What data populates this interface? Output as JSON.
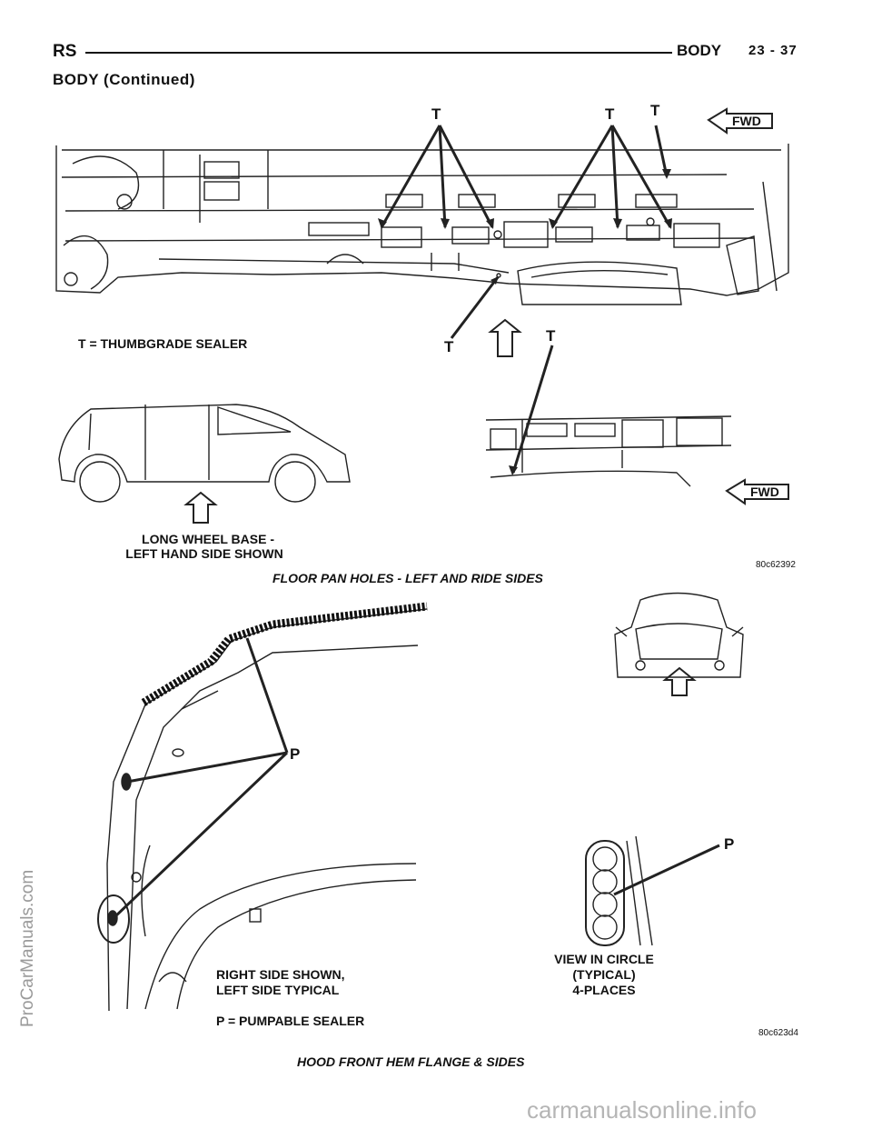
{
  "header": {
    "section_code": "RS",
    "section_title": "BODY",
    "page_number": "23 - 37",
    "continued": "BODY (Continued)"
  },
  "figure1": {
    "callouts": [
      "T",
      "T",
      "T",
      "T",
      "T"
    ],
    "fwd_label": "FWD",
    "legend": "T = THUMBGRADE SEALER",
    "vehicle_caption_line1": "LONG WHEEL BASE -",
    "vehicle_caption_line2": "LEFT HAND SIDE SHOWN",
    "figure_id": "80c62392",
    "caption": "FLOOR PAN HOLES - LEFT AND RIDE SIDES"
  },
  "figure2": {
    "callouts": [
      "P",
      "P"
    ],
    "view_line1": "VIEW IN CIRCLE",
    "view_line2": "(TYPICAL)",
    "view_line3": "4-PLACES",
    "side_line1": "RIGHT SIDE SHOWN,",
    "side_line2": "LEFT SIDE TYPICAL",
    "legend": "P = PUMPABLE SEALER",
    "figure_id": "80c623d4",
    "caption": "HOOD FRONT HEM FLANGE & SIDES"
  },
  "watermarks": {
    "side": "ProCarManuals.com",
    "bottom": "carmanualsonline.info"
  }
}
